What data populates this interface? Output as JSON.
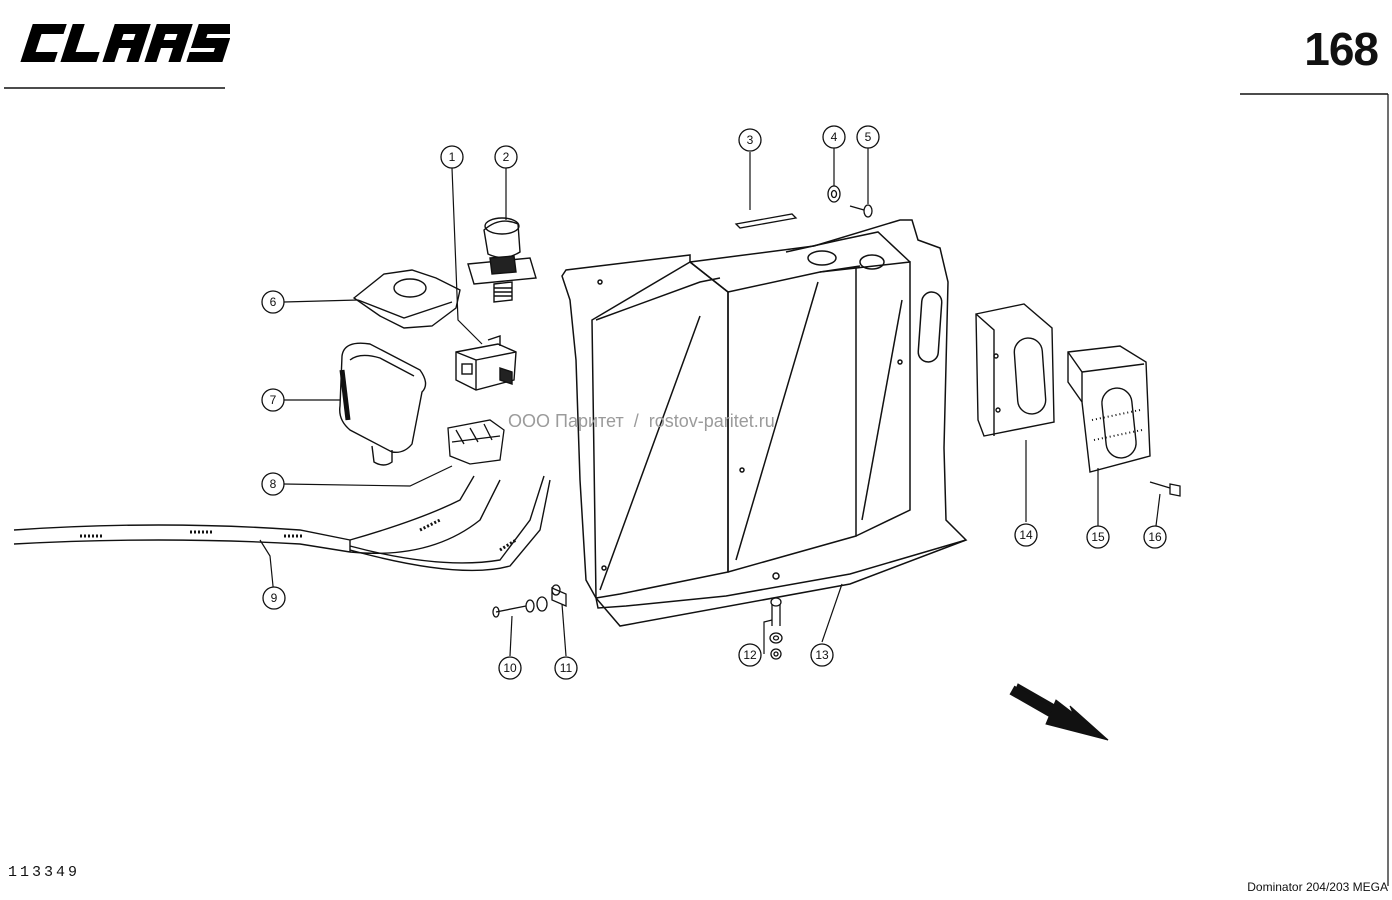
{
  "header": {
    "brand": "CLAAS",
    "page_number": "168"
  },
  "footer": {
    "drawing_number": "113349",
    "model": "Dominator 204/203 MEGA"
  },
  "watermark": "ООО Паритет  /  rostov-paritet.ru",
  "callouts": [
    "1",
    "2",
    "3",
    "4",
    "5",
    "6",
    "7",
    "8",
    "9",
    "10",
    "11",
    "12",
    "13",
    "14",
    "15",
    "16"
  ]
}
